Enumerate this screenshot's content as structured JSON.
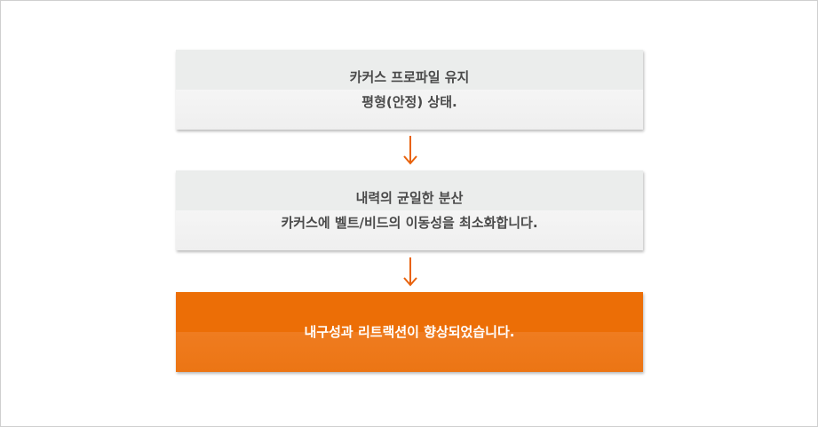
{
  "colors": {
    "accent": "#ec6e06",
    "box_gray_top": "#ebedec",
    "box_gray_bottom": "#f5f5f5",
    "text_gray": "#4a4a4a",
    "text_white": "#ffffff",
    "arrow": "#e8620c"
  },
  "flow": {
    "steps": [
      {
        "title": "카커스 프로파일 유지",
        "description": "평형(안정) 상태."
      },
      {
        "title": "내력의 균일한 분산",
        "description": "카커스에 벨트/비드의 이동성을 최소화합니다."
      },
      {
        "title": "내구성과 리트랙션이 향상되었습니다."
      }
    ],
    "connectors": [
      {
        "icon": "arrow-down-icon"
      },
      {
        "icon": "arrow-down-icon"
      }
    ]
  }
}
